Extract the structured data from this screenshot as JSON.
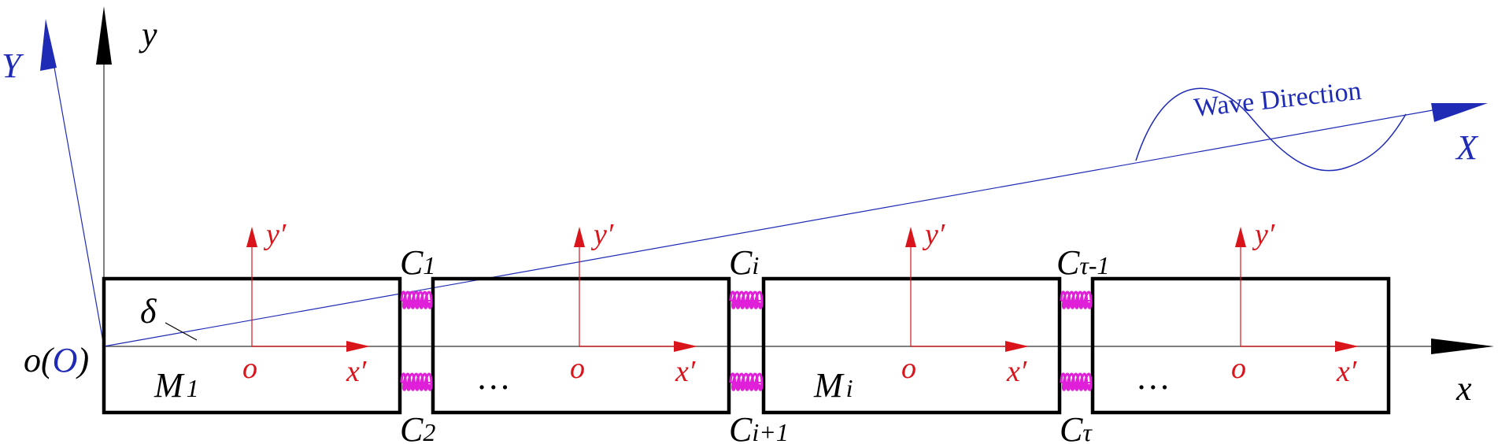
{
  "axes": {
    "global_y": "y",
    "global_x": "x",
    "rotated_y": "Y",
    "rotated_x": "X",
    "origin_prefix": "o(",
    "origin_O": "O",
    "origin_suffix": ")",
    "angle": "δ"
  },
  "wave": {
    "label": "Wave Direction"
  },
  "modules": [
    {
      "mass_label": "M",
      "mass_sub": "1"
    },
    {
      "mass_label": "…",
      "mass_sub": ""
    },
    {
      "mass_label": "M",
      "mass_sub": "i"
    },
    {
      "mass_label": "…",
      "mass_sub": ""
    }
  ],
  "local_axes": {
    "x": "x′",
    "y": "y′",
    "origin": "o"
  },
  "connectors": [
    {
      "top": "C",
      "top_sub": "1",
      "bottom": "C",
      "bottom_sub": "2"
    },
    {
      "top": "C",
      "top_sub": "i",
      "bottom": "C",
      "bottom_sub": "i+1"
    },
    {
      "top": "C",
      "top_sub": "τ-1",
      "bottom": "C",
      "bottom_sub": "τ"
    }
  ],
  "colors": {
    "global_axis": "#000000",
    "rotated_axis": "#1f2bb5",
    "local_axis": "#d9141b",
    "spring": "#e020d8"
  }
}
